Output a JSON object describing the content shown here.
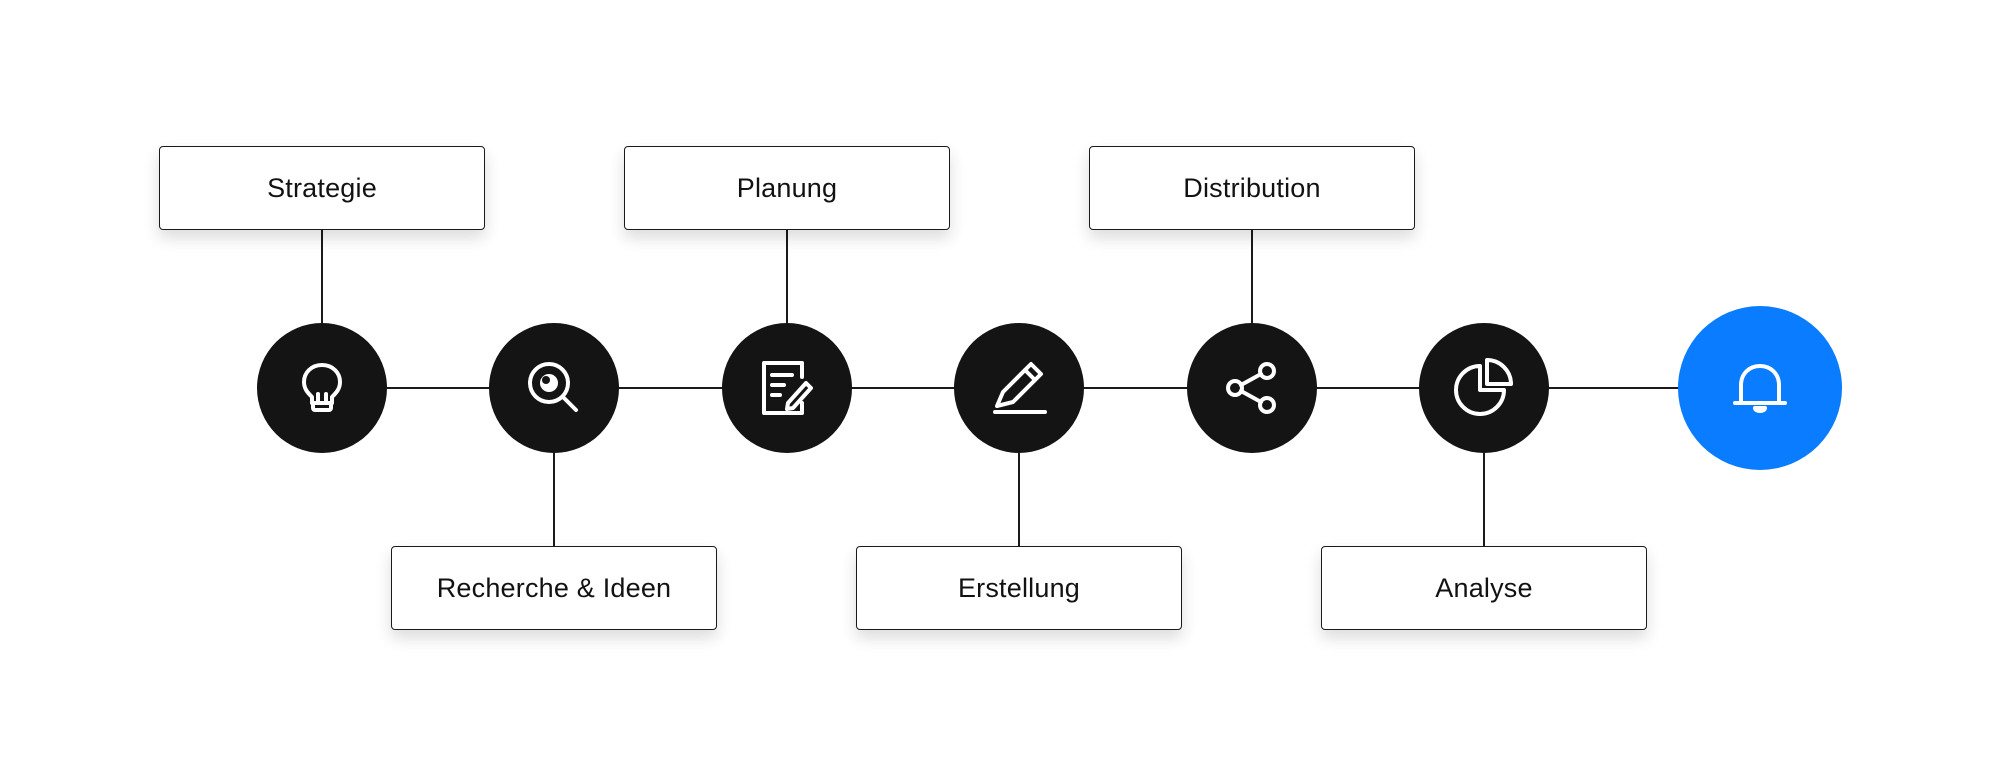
{
  "steps": [
    {
      "label": "Strategie",
      "icon": "lightbulb-icon",
      "position": "above"
    },
    {
      "label": "Recherche & Ideen",
      "icon": "magnifier-icon",
      "position": "below"
    },
    {
      "label": "Planung",
      "icon": "document-edit-icon",
      "position": "above"
    },
    {
      "label": "Erstellung",
      "icon": "pencil-icon",
      "position": "below"
    },
    {
      "label": "Distribution",
      "icon": "share-icon",
      "position": "above"
    },
    {
      "label": "Analyse",
      "icon": "pie-chart-icon",
      "position": "below"
    }
  ],
  "final_step": {
    "icon": "bell-icon"
  },
  "colors": {
    "node": "#141414",
    "final_node": "#0a7cff",
    "line": "#1a1a1a",
    "box_border": "#1a1a1a",
    "text": "#121212"
  }
}
